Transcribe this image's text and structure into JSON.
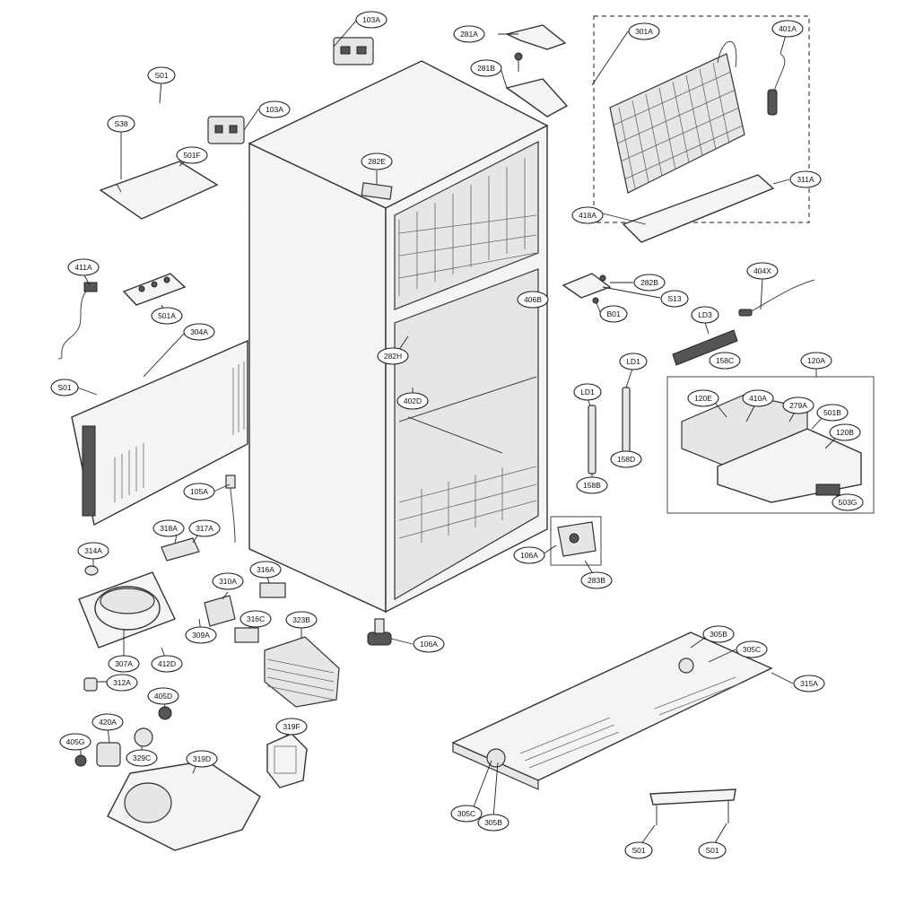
{
  "callouts": [
    {
      "id": "c103a1",
      "label": "103A"
    },
    {
      "id": "c281a",
      "label": "281A"
    },
    {
      "id": "c301a",
      "label": "301A"
    },
    {
      "id": "c401a",
      "label": "401A"
    },
    {
      "id": "cs01a",
      "label": "S01"
    },
    {
      "id": "c281b",
      "label": "281B"
    },
    {
      "id": "c103a2",
      "label": "103A"
    },
    {
      "id": "cs38",
      "label": "S38"
    },
    {
      "id": "c501f",
      "label": "501F"
    },
    {
      "id": "c282e",
      "label": "282E"
    },
    {
      "id": "c311a",
      "label": "311A"
    },
    {
      "id": "c418a",
      "label": "418A"
    },
    {
      "id": "c411a",
      "label": "411A"
    },
    {
      "id": "c404x",
      "label": "404X"
    },
    {
      "id": "c282b",
      "label": "282B"
    },
    {
      "id": "cs13",
      "label": "S13"
    },
    {
      "id": "cb01",
      "label": "B01"
    },
    {
      "id": "c406b",
      "label": "406B"
    },
    {
      "id": "c501a",
      "label": "501A"
    },
    {
      "id": "cld3",
      "label": "LD3"
    },
    {
      "id": "c304a",
      "label": "304A"
    },
    {
      "id": "c158c",
      "label": "158C"
    },
    {
      "id": "cld1a",
      "label": "LD1"
    },
    {
      "id": "c120a",
      "label": "120A"
    },
    {
      "id": "c282h",
      "label": "282H"
    },
    {
      "id": "cs01b",
      "label": "S01"
    },
    {
      "id": "cld1b",
      "label": "LD1"
    },
    {
      "id": "c120e",
      "label": "120E"
    },
    {
      "id": "c410a",
      "label": "410A"
    },
    {
      "id": "c279a",
      "label": "279A"
    },
    {
      "id": "c501b",
      "label": "501B"
    },
    {
      "id": "c120b",
      "label": "120B"
    },
    {
      "id": "c402d",
      "label": "402D"
    },
    {
      "id": "c158d",
      "label": "158D"
    },
    {
      "id": "c158b",
      "label": "158B"
    },
    {
      "id": "c105a",
      "label": "105A"
    },
    {
      "id": "c503g",
      "label": "503G"
    },
    {
      "id": "c318a",
      "label": "318A"
    },
    {
      "id": "c317a",
      "label": "317A"
    },
    {
      "id": "c106a1",
      "label": "106A"
    },
    {
      "id": "c314a",
      "label": "314A"
    },
    {
      "id": "c316a",
      "label": "316A"
    },
    {
      "id": "c283b",
      "label": "283B"
    },
    {
      "id": "c310a",
      "label": "310A"
    },
    {
      "id": "c316c",
      "label": "316C"
    },
    {
      "id": "c323b",
      "label": "323B"
    },
    {
      "id": "c309a",
      "label": "309A"
    },
    {
      "id": "c106a2",
      "label": "106A"
    },
    {
      "id": "c307a",
      "label": "307A"
    },
    {
      "id": "c412d",
      "label": "412D"
    },
    {
      "id": "c305b1",
      "label": "305B"
    },
    {
      "id": "c305c1",
      "label": "305C"
    },
    {
      "id": "c312a",
      "label": "312A"
    },
    {
      "id": "c315a",
      "label": "315A"
    },
    {
      "id": "c405d",
      "label": "405D"
    },
    {
      "id": "c420a",
      "label": "420A"
    },
    {
      "id": "c319f",
      "label": "319F"
    },
    {
      "id": "c405g",
      "label": "405G"
    },
    {
      "id": "c329c",
      "label": "329C"
    },
    {
      "id": "c319d",
      "label": "319D"
    },
    {
      "id": "c305c2",
      "label": "305C"
    },
    {
      "id": "c305b2",
      "label": "305B"
    },
    {
      "id": "cs01c",
      "label": "S01"
    },
    {
      "id": "cs01d",
      "label": "S01"
    }
  ]
}
